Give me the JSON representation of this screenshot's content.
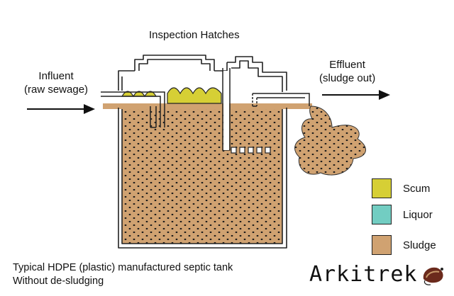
{
  "title": "Inspection Hatches",
  "influent": {
    "line1": "Influent",
    "line2": "(raw sewage)"
  },
  "effluent": {
    "line1": "Effluent",
    "line2": "(sludge out)"
  },
  "legend": [
    {
      "label": "Scum",
      "color": "#d6cf35"
    },
    {
      "label": "Liquor",
      "color": "#72cdc2"
    },
    {
      "label": "Sludge",
      "color": "#d0a271"
    }
  ],
  "caption": {
    "line1": "Typical HDPE (plastic) manufactured septic tank",
    "line2": "Without de-sludging"
  },
  "brand": {
    "name": "Arkitrek",
    "logo_icon": "seed-pod-icon"
  },
  "colors": {
    "sludge": "#d0a271",
    "scum": "#d6cf35",
    "liquor": "#72cdc2",
    "outline": "#222222"
  }
}
